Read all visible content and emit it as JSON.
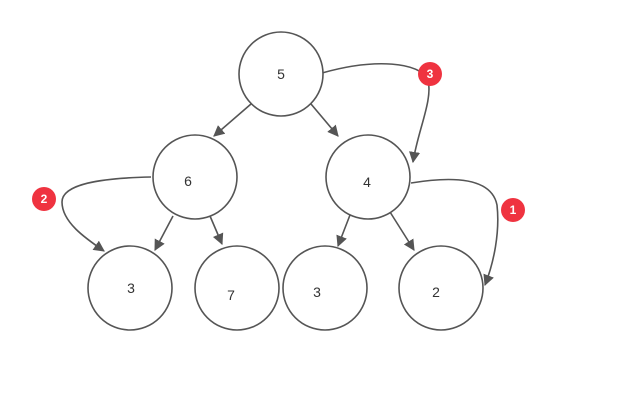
{
  "colors": {
    "node_stroke": "#555555",
    "edge": "#555555",
    "label": "#333333",
    "badge": "#ef3340",
    "badge_text": "#ffffff"
  },
  "nodes": [
    {
      "id": "n5",
      "label": "5"
    },
    {
      "id": "n6",
      "label": "6"
    },
    {
      "id": "n4",
      "label": "4"
    },
    {
      "id": "n3a",
      "label": "3"
    },
    {
      "id": "n7",
      "label": "7"
    },
    {
      "id": "n3b",
      "label": "3"
    },
    {
      "id": "n2",
      "label": "2"
    }
  ],
  "edges": [
    {
      "from": "n5",
      "to": "n6"
    },
    {
      "from": "n5",
      "to": "n4"
    },
    {
      "from": "n6",
      "to": "n3a"
    },
    {
      "from": "n6",
      "to": "n7"
    },
    {
      "from": "n4",
      "to": "n3b"
    },
    {
      "from": "n4",
      "to": "n2"
    }
  ],
  "badges": [
    {
      "id": "b1",
      "label": "1"
    },
    {
      "id": "b2",
      "label": "2"
    },
    {
      "id": "b3",
      "label": "3"
    }
  ]
}
